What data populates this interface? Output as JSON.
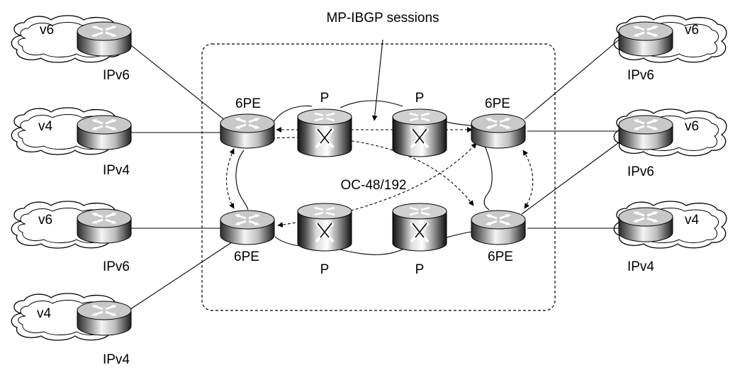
{
  "diagram": {
    "title": "MP-IBGP sessions",
    "core_label": "OC-48/192",
    "routers": {
      "ce_tl": {
        "label": "IPv6",
        "cloud": "v6"
      },
      "ce_ml": {
        "label": "IPv4",
        "cloud": "v4"
      },
      "ce_ll": {
        "label": "IPv6",
        "cloud": "v6"
      },
      "ce_bl": {
        "label": "IPv4",
        "cloud": "v4"
      },
      "ce_tr": {
        "label": "IPv6",
        "cloud": "v6"
      },
      "ce_mr": {
        "label": "IPv6",
        "cloud": "v6"
      },
      "ce_lr": {
        "label": "IPv4",
        "cloud": "v4"
      },
      "pe_tl": {
        "label": "6PE"
      },
      "pe_bl": {
        "label": "6PE"
      },
      "pe_tr": {
        "label": "6PE"
      },
      "pe_br": {
        "label": "6PE"
      },
      "p_tl": {
        "label": "P"
      },
      "p_tr": {
        "label": "P"
      },
      "p_bl": {
        "label": "P"
      },
      "p_br": {
        "label": "P"
      }
    }
  }
}
